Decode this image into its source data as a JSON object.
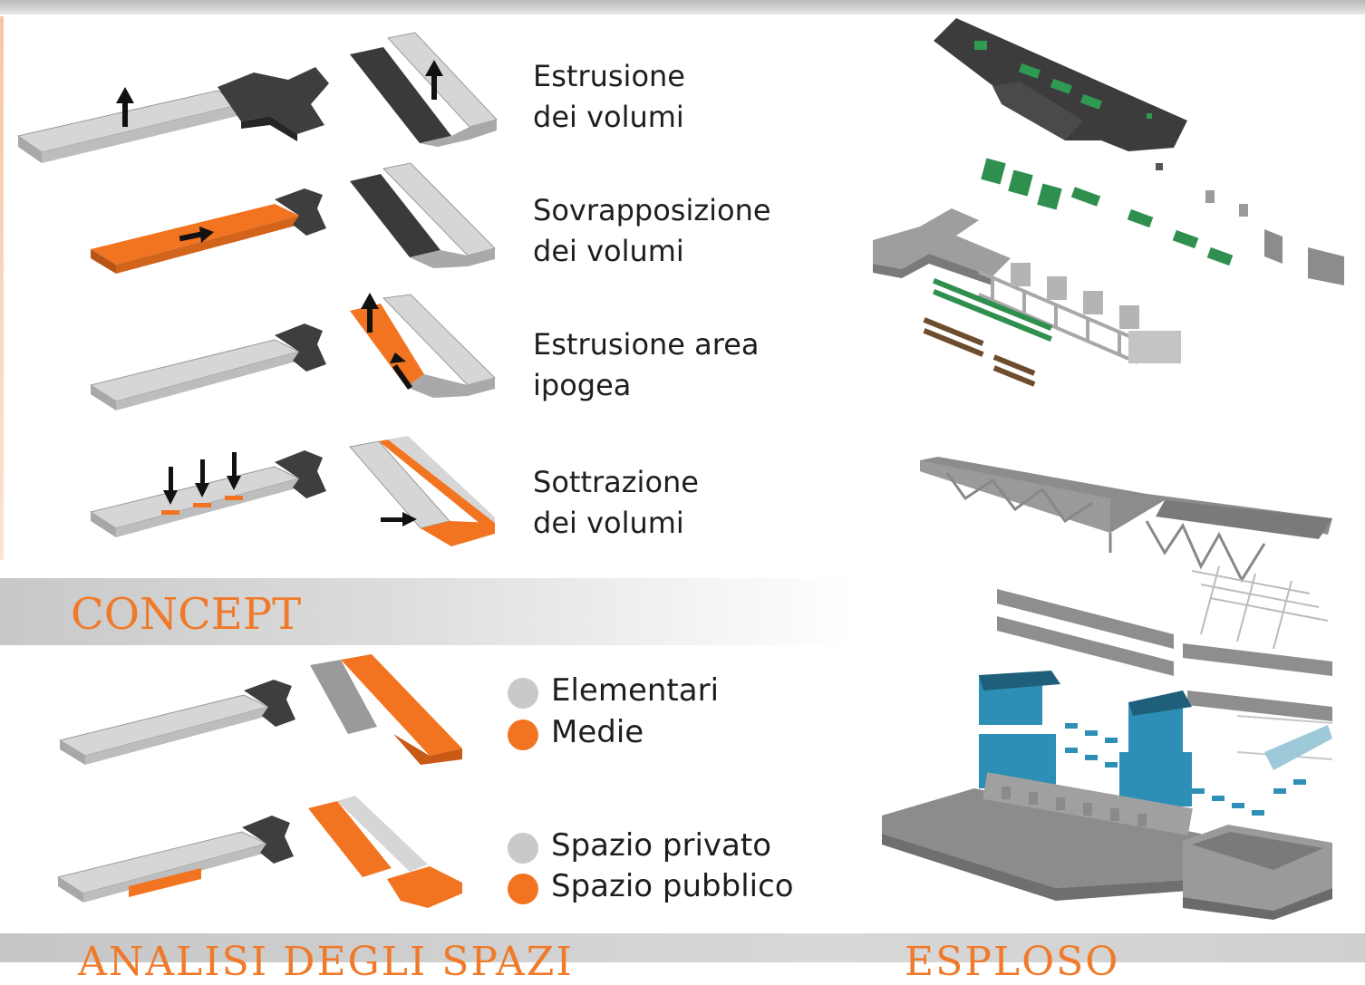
{
  "concept": {
    "title": "CONCEPT",
    "steps": [
      {
        "line1": "Estrusione",
        "line2": "dei volumi"
      },
      {
        "line1": "Sovrapposizione",
        "line2": "dei volumi"
      },
      {
        "line1": "Estrusione area",
        "line2": "ipogea"
      },
      {
        "line1": "Sottrazione",
        "line2": "dei volumi"
      }
    ]
  },
  "analysis": {
    "title": "ANALISI DEGLI SPAZI",
    "legend_levels": [
      {
        "label": "Elementari",
        "color": "#c9c9c9"
      },
      {
        "label": "Medie",
        "color": "#f27420"
      }
    ],
    "legend_space": [
      {
        "label": "Spazio privato",
        "color": "#c9c9c9"
      },
      {
        "label": "Spazio pubblico",
        "color": "#f27420"
      }
    ]
  },
  "exploded": {
    "title": "ESPLOSO"
  },
  "colors": {
    "accent": "#f27420",
    "light_volume": "#d4d4d4",
    "dark_volume": "#3d3d3d",
    "green": "#2f8f4e",
    "blue": "#2d8fb5"
  }
}
